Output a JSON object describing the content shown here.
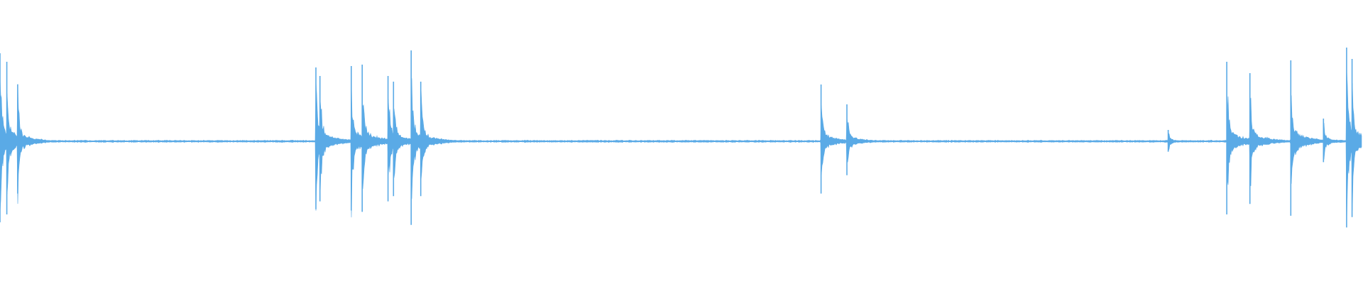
{
  "colors": {
    "background": "#ffffff",
    "waveform": "#5aaae6"
  },
  "chart_data": {
    "type": "area",
    "title": "",
    "xlabel": "",
    "ylabel": "",
    "grid": false,
    "legend": "none",
    "x_range": [
      0,
      1
    ],
    "y_range": [
      -1,
      1
    ],
    "baseline_amplitude": 0.006,
    "series": [
      {
        "transients": [
          {
            "x": 0.0,
            "amplitude": 0.62
          },
          {
            "x": 0.005,
            "amplitude": 0.56
          },
          {
            "x": 0.013,
            "amplitude": 0.4
          },
          {
            "x": 0.232,
            "amplitude": 0.52
          },
          {
            "x": 0.235,
            "amplitude": 0.46
          },
          {
            "x": 0.258,
            "amplitude": 0.53
          },
          {
            "x": 0.266,
            "amplitude": 0.54
          },
          {
            "x": 0.285,
            "amplitude": 0.46
          },
          {
            "x": 0.289,
            "amplitude": 0.42
          },
          {
            "x": 0.302,
            "amplitude": 0.64
          },
          {
            "x": 0.309,
            "amplitude": 0.42
          },
          {
            "x": 0.603,
            "amplitude": 0.4
          },
          {
            "x": 0.622,
            "amplitude": 0.26
          },
          {
            "x": 0.858,
            "amplitude": 0.08
          },
          {
            "x": 0.901,
            "amplitude": 0.56
          },
          {
            "x": 0.918,
            "amplitude": 0.48
          },
          {
            "x": 0.948,
            "amplitude": 0.57
          },
          {
            "x": 0.972,
            "amplitude": 0.16
          },
          {
            "x": 0.989,
            "amplitude": 0.66
          },
          {
            "x": 0.993,
            "amplitude": 0.58
          }
        ]
      }
    ]
  }
}
